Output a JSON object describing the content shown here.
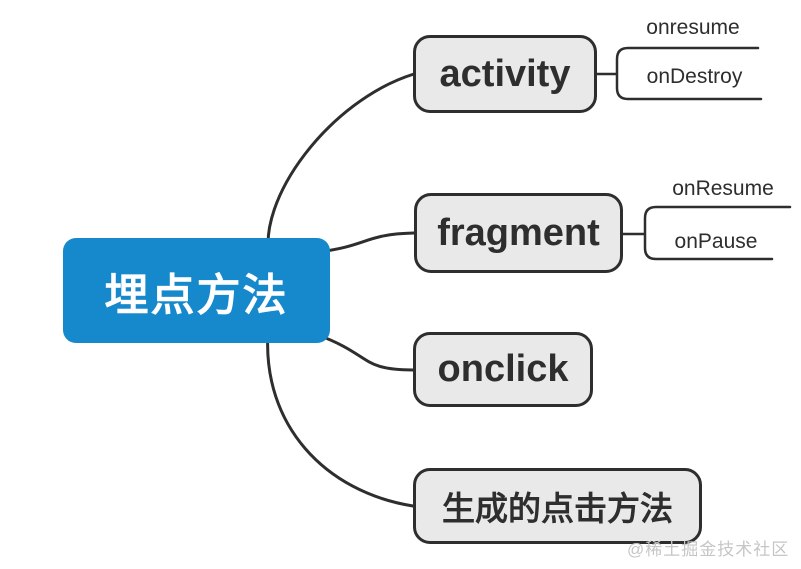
{
  "diagram": {
    "type": "mindmap",
    "root": {
      "label": "埋点方法"
    },
    "branches": [
      {
        "label": "activity",
        "children": [
          {
            "label": "onresume"
          },
          {
            "label": "onDestroy"
          }
        ]
      },
      {
        "label": "fragment",
        "children": [
          {
            "label": "onResume"
          },
          {
            "label": "onPause"
          }
        ]
      },
      {
        "label": "onclick",
        "children": []
      },
      {
        "label": "生成的点击方法",
        "children": []
      }
    ]
  },
  "watermark": {
    "text": "@稀土掘金技术社区"
  },
  "colors": {
    "root_fill": "#1689cd",
    "root_text": "#ffffff",
    "node_fill": "#e9e9e9",
    "node_border": "#2e2e2e",
    "text": "#2e2e2e",
    "line": "#2e2e2e",
    "watermark": "#c6c6c6"
  }
}
